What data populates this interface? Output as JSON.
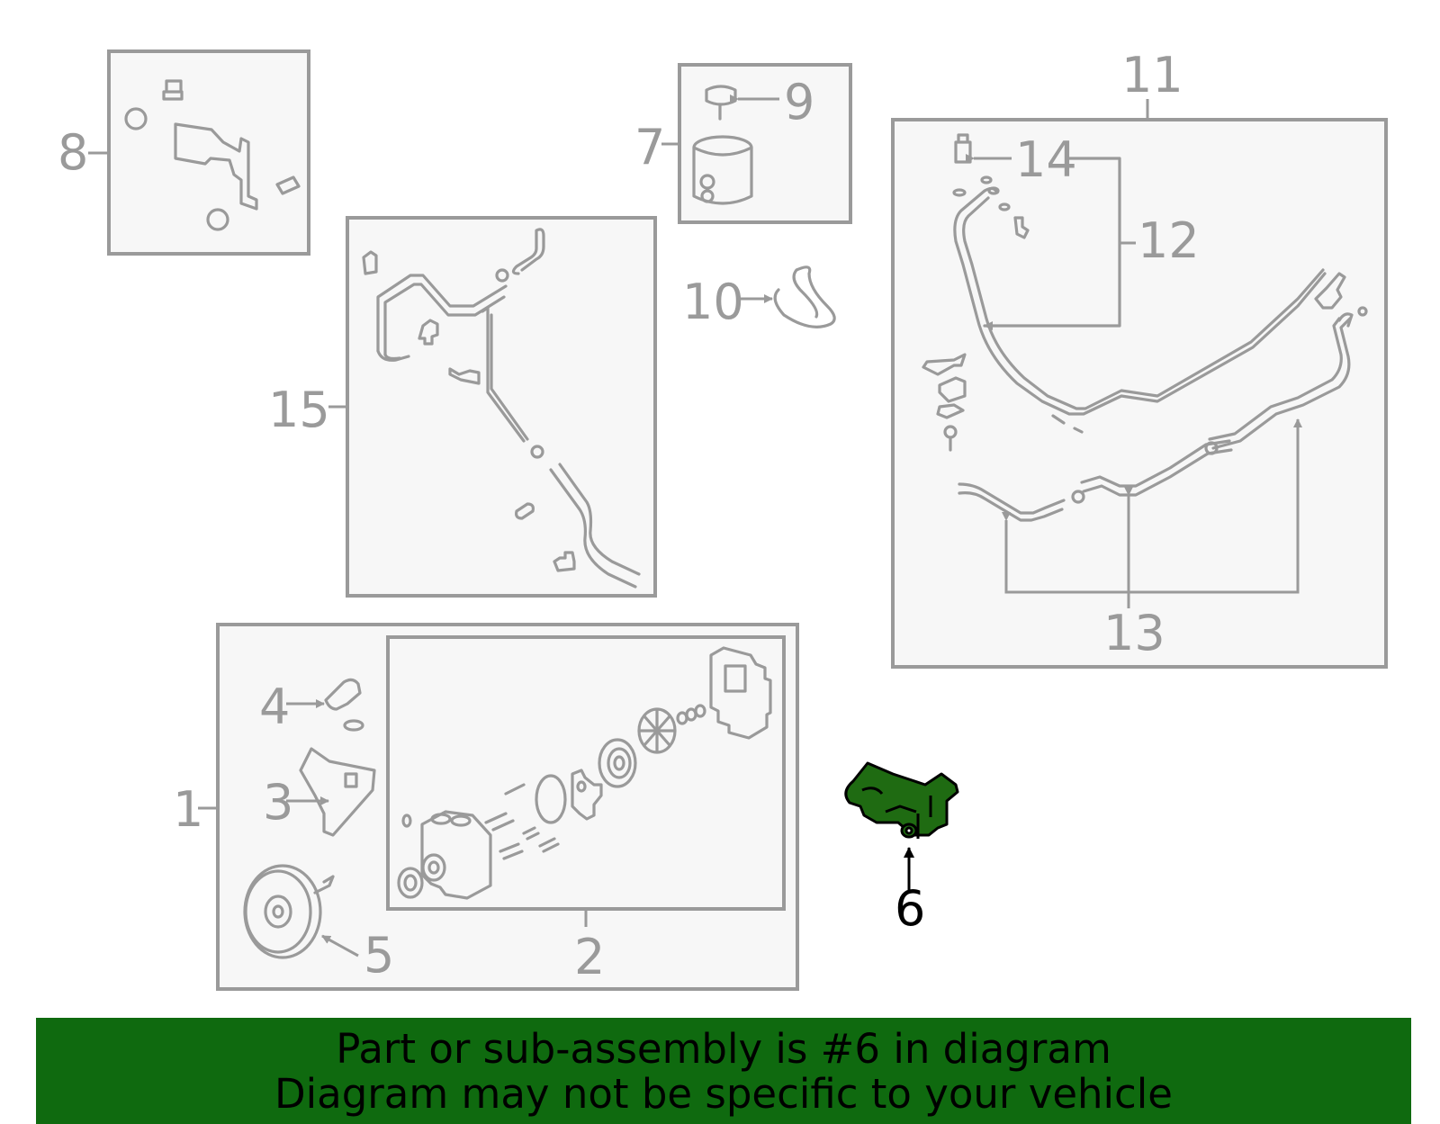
{
  "callouts": {
    "c1": "1",
    "c2": "2",
    "c3": "3",
    "c4": "4",
    "c5": "5",
    "c6": "6",
    "c7": "7",
    "c8": "8",
    "c9": "9",
    "c10": "10",
    "c11": "11",
    "c12": "12",
    "c13": "13",
    "c14": "14",
    "c15": "15"
  },
  "highlight": {
    "part_number": "6",
    "color": "#1f6b12"
  },
  "banner": {
    "line1": "Part or sub-assembly is #6 in diagram",
    "line2": "Diagram may not be specific to your vehicle",
    "background": "#0f6a0f"
  }
}
